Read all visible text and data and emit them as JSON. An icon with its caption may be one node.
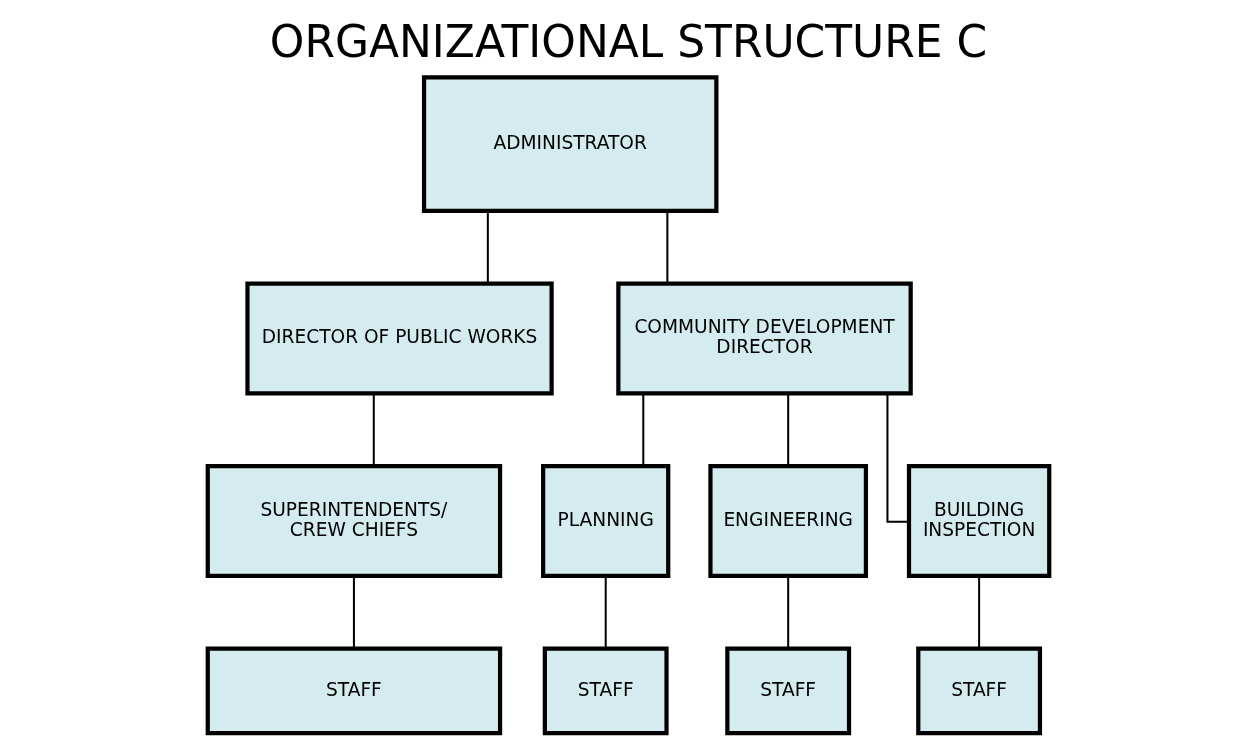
{
  "diagram": {
    "title": "ORGANIZATIONAL STRUCTURE C",
    "nodes": [
      {
        "text": [
          "ADMINISTRATOR"
        ]
      },
      {
        "text": [
          "DIRECTOR OF PUBLIC WORKS"
        ]
      },
      {
        "text": [
          "COMMUNITY DEVELOPMENT DIRECTOR"
        ]
      },
      {
        "text": [
          "SUPERINTENDENTS/ CREW CHIEFS"
        ]
      },
      {
        "text": [
          "PLANNING"
        ]
      },
      {
        "text": [
          "ENGINEERING"
        ]
      },
      {
        "text": [
          "BUILDING INSPECTION"
        ]
      },
      {
        "text": [
          "STAFF"
        ]
      },
      {
        "text": [
          "STAFF"
        ]
      },
      {
        "text": [
          "STAFF"
        ]
      },
      {
        "text": [
          "STAFF"
        ]
      }
    ],
    "edges": [
      {
        "from": 0,
        "to": 1,
        "arrow": "none"
      },
      {
        "from": 0,
        "to": 2,
        "arrow": "none"
      },
      {
        "from": 1,
        "to": 3,
        "arrow": "none"
      },
      {
        "from": 2,
        "to": 4,
        "arrow": "none"
      },
      {
        "from": 2,
        "to": 5,
        "arrow": "none"
      },
      {
        "from": 2,
        "to": 6,
        "arrow": "none"
      },
      {
        "from": 3,
        "to": 7,
        "arrow": "none"
      },
      {
        "from": 4,
        "to": 8,
        "arrow": "none"
      },
      {
        "from": 5,
        "to": 9,
        "arrow": "none"
      },
      {
        "from": 6,
        "to": 10,
        "arrow": "none"
      }
    ]
  }
}
